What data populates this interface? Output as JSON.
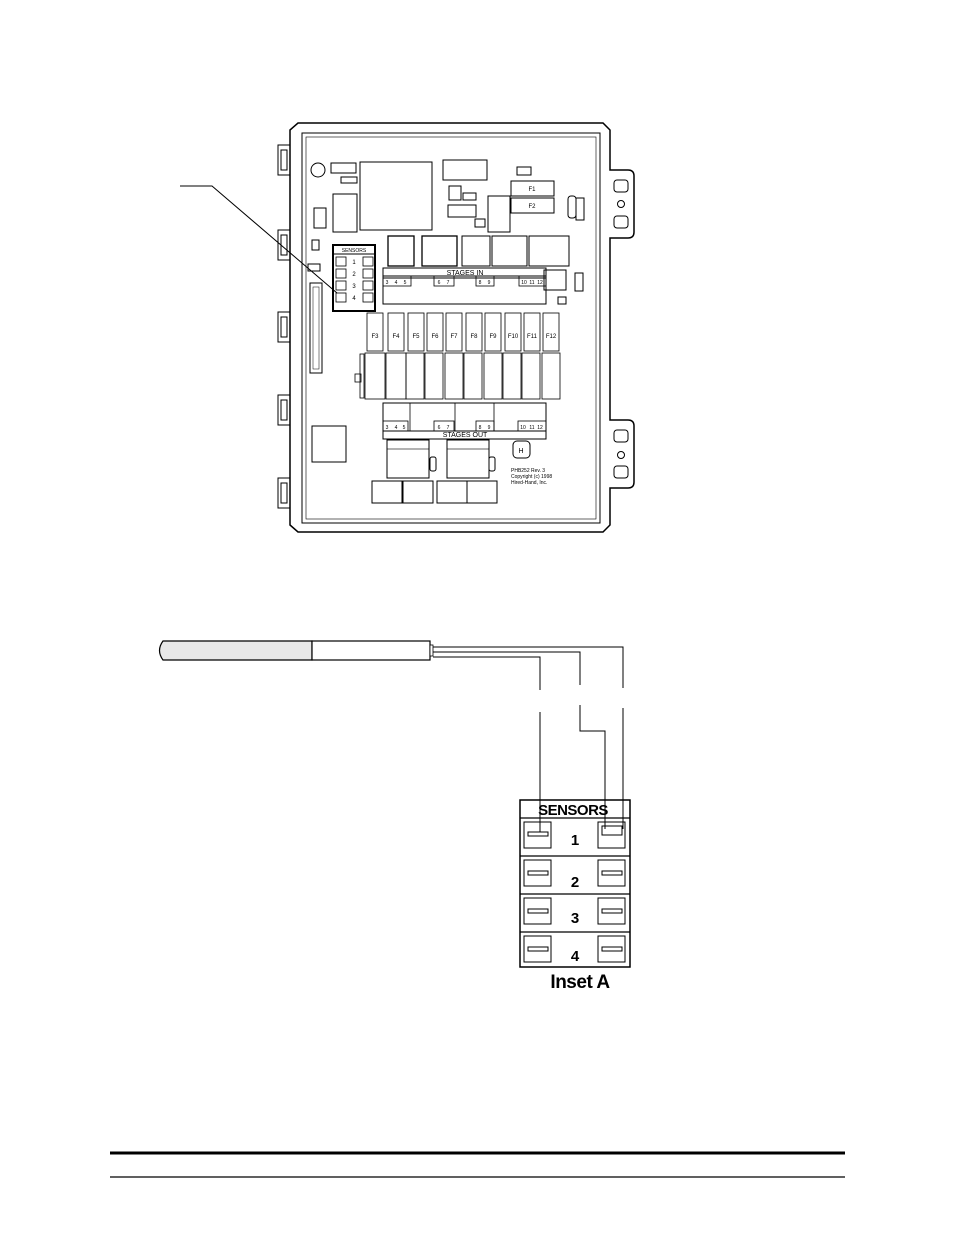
{
  "board": {
    "sensors_header": "SENSORS",
    "sensor_numbers": [
      "1",
      "2",
      "3",
      "4"
    ],
    "stages_in": "STAGES IN",
    "stages_out": "STAGES OUT",
    "fuses": [
      "F3",
      "F4",
      "F5",
      "F6",
      "F7",
      "F8",
      "F9",
      "F10",
      "F11",
      "F12"
    ],
    "fuse_top": [
      "F1",
      "F2"
    ],
    "stage_in_terminals": [
      "3",
      "4",
      "5",
      "6",
      "7",
      "8",
      "9",
      "10",
      "11",
      "12"
    ],
    "stage_out_terminals": [
      "3",
      "4",
      "5",
      "6",
      "7",
      "8",
      "9",
      "10",
      "11",
      "12"
    ],
    "copyright_lines": [
      "PHB252 Rev. 3",
      "Copyright (c) 1998",
      "Hired-Hand, Inc."
    ]
  },
  "inset": {
    "header": "SENSORS",
    "rows": [
      "1",
      "2",
      "3",
      "4"
    ],
    "caption": "Inset A"
  },
  "colors": {
    "ink": "#000000",
    "probe_fill": "#e8e8e8"
  }
}
